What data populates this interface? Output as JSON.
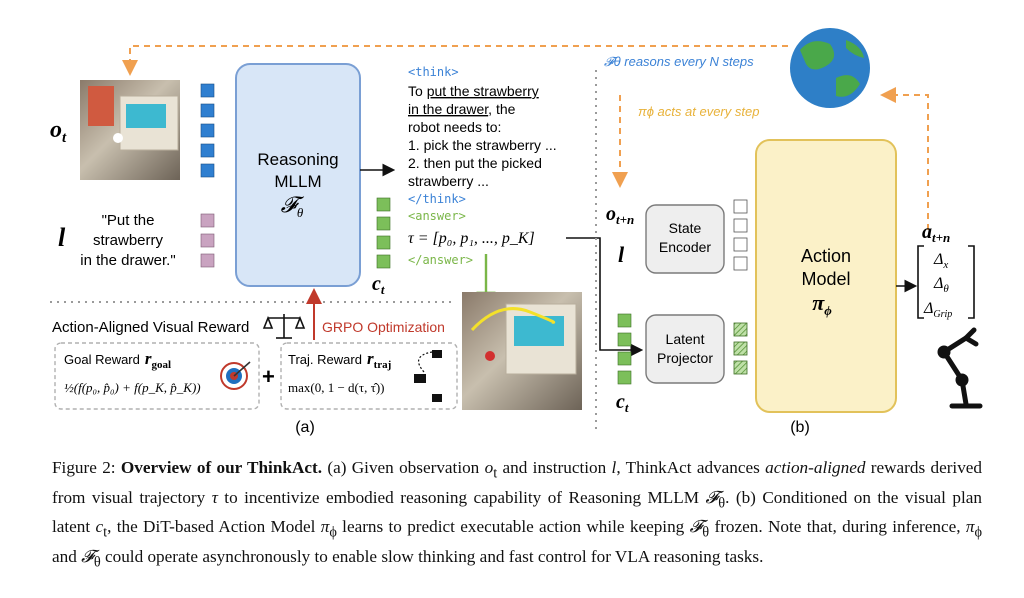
{
  "figure": {
    "obs_label_italic": "o",
    "obs_label_sub": "t",
    "instr_symbol": "l",
    "instruction_lines": [
      "\"Put the",
      "strawberry",
      "in the drawer.\""
    ],
    "reasoning_mllm": {
      "line1": "Reasoning",
      "line2": "MLLM",
      "symbol": "𝓕",
      "symbol_sub": "θ"
    },
    "ct_label": "c",
    "ct_sub": "t",
    "think_open": "<think>",
    "think_line1_pre": "To ",
    "think_line1_link": "put the strawberry",
    "think_line2_link": "in the drawer",
    "think_line2_post": ", the",
    "think_lines_rest": [
      "robot needs to:",
      "1. pick the strawberry ...",
      "2. then put the picked",
      "strawberry ..."
    ],
    "think_close": "</think>",
    "answer_open": "<answer>",
    "tau_formula": "τ = [p₀, p₁, ..., p_K]",
    "answer_close": "</answer>",
    "reward_title": "Action-Aligned Visual Reward",
    "grpo_label": "GRPO Optimization",
    "goal_reward_label": "Goal Reward",
    "goal_reward_symbol": "r",
    "goal_reward_sub": "goal",
    "goal_formula": "½(f(p₀, p̂₀) + f(p_K, p̂_K))",
    "plus": "+",
    "traj_reward_label": "Traj. Reward",
    "traj_reward_symbol": "r",
    "traj_reward_sub": "traj",
    "traj_formula": "max(0, 1 − d(τ, τ̂))",
    "panel_a": "(a)",
    "reasons_note": "𝓕θ reasons every N steps",
    "acts_note": "πϕ acts at every step",
    "otn_label": "o",
    "otn_sub": "t+n",
    "l2_label": "l",
    "state_encoder": [
      "State",
      "Encoder"
    ],
    "latent_projector": [
      "Latent",
      "Projector"
    ],
    "ct2_label": "c",
    "ct2_sub": "t",
    "action_model": {
      "line1": "Action",
      "line2": "Model",
      "symbol": "π",
      "symbol_sub": "ϕ"
    },
    "atn_label": "a",
    "atn_sub": "t+n",
    "delta_x": "Δ",
    "delta_x_sub": "x",
    "delta_theta": "Δ",
    "delta_theta_sub": "θ",
    "delta_grip": "Δ",
    "delta_grip_sub": "Grip",
    "panel_b": "(b)"
  },
  "colors": {
    "orange": "#f0a050",
    "blue_token": "#2f7fd0",
    "pink_token": "#c9a3c0",
    "green_token": "#7cbf5a",
    "mllm_fill": "#d8e6f7",
    "mllm_stroke": "#7a9fd4",
    "action_fill": "#fbf1c8",
    "action_stroke": "#e2c25a",
    "grpo_red": "#c0392b",
    "think_blue": "#3b82d6",
    "answer_green": "#7ab648",
    "acts_yellow": "#e8b23a"
  },
  "caption": {
    "prefix": "Figure 2: ",
    "bold": "Overview of our ThinkAct.",
    "seg1": " (a) Given observation ",
    "ot": "o",
    "ot_sub": "t",
    "seg2": " and instruction ",
    "l": "l",
    "seg3": ", ThinkAct advances ",
    "italic1": "action-aligned",
    "seg4": " rewards derived from visual trajectory ",
    "tau": "τ",
    "seg5": " to incentivize embodied reasoning capability of Reasoning MLLM ",
    "F": "𝓕",
    "F_sub": "θ",
    "seg6": ". (b) Conditioned on the visual plan latent ",
    "c": "c",
    "c_sub": "t",
    "seg7": ", the DiT-based Action Model ",
    "pi": "π",
    "pi_sub": "ϕ",
    "seg8": " learns to predict executable action while keeping ",
    "F2": "𝓕",
    "F2_sub": "θ",
    "seg9": " frozen. Note that, during inference, ",
    "pi2": "π",
    "pi2_sub": "ϕ",
    "seg10": " and ",
    "F3": "𝓕",
    "F3_sub": "θ",
    "seg11": " could operate asynchronously to enable slow thinking and fast control for VLA reasoning tasks."
  }
}
